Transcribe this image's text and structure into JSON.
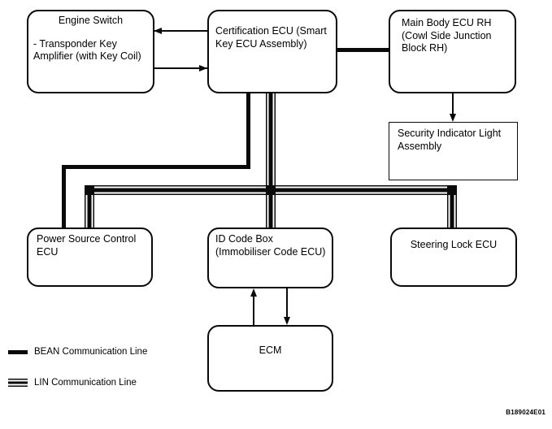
{
  "diagram": {
    "nodes": {
      "engine_switch": {
        "title": "Engine Switch",
        "lines": [
          "- Transponder Key",
          "Amplifier (with Key Coil)"
        ]
      },
      "certification_ecu": {
        "lines": [
          "Certification ECU (Smart",
          "Key ECU Assembly)"
        ]
      },
      "main_body_ecu": {
        "lines": [
          "Main Body ECU RH",
          "(Cowl Side Junction",
          "Block RH)"
        ]
      },
      "security_indicator": {
        "lines": [
          "Security Indicator Light",
          "Assembly"
        ]
      },
      "power_source": {
        "lines": [
          "Power Source Control",
          "ECU"
        ]
      },
      "id_code_box": {
        "lines": [
          "ID Code Box",
          "(Immobiliser Code ECU)"
        ]
      },
      "steering_lock": {
        "lines": [
          "Steering Lock ECU"
        ]
      },
      "ecm": {
        "lines": [
          "ECM"
        ]
      }
    },
    "connections": [
      {
        "from": "Certification ECU (Smart Key ECU Assembly)",
        "to": "Engine Switch",
        "type": "arrow"
      },
      {
        "from": "Engine Switch",
        "to": "Certification ECU (Smart Key ECU Assembly)",
        "type": "arrow"
      },
      {
        "from": "Certification ECU (Smart Key ECU Assembly)",
        "to": "Main Body ECU RH (Cowl Side Junction Block RH)",
        "type": "BEAN"
      },
      {
        "from": "Certification ECU (Smart Key ECU Assembly)",
        "to": "Power Source Control ECU",
        "type": "BEAN"
      },
      {
        "from": "Certification ECU (Smart Key ECU Assembly)",
        "to": "Power Source Control ECU",
        "type": "LIN"
      },
      {
        "from": "Certification ECU (Smart Key ECU Assembly)",
        "to": "ID Code Box (Immobiliser Code ECU)",
        "type": "LIN"
      },
      {
        "from": "Certification ECU (Smart Key ECU Assembly)",
        "to": "Steering Lock ECU",
        "type": "LIN"
      },
      {
        "from": "Main Body ECU RH (Cowl Side Junction Block RH)",
        "to": "Security Indicator Light Assembly",
        "type": "arrow"
      },
      {
        "from": "ECM",
        "to": "ID Code Box (Immobiliser Code ECU)",
        "type": "arrow"
      },
      {
        "from": "ID Code Box (Immobiliser Code ECU)",
        "to": "ECM",
        "type": "arrow"
      }
    ],
    "legend": {
      "bean_label": "BEAN Communication Line",
      "lin_label": "LIN Communication Line"
    },
    "figure_code": "B189024E01",
    "colors": {
      "line": "#0a0a0a",
      "background": "#ffffff"
    }
  }
}
